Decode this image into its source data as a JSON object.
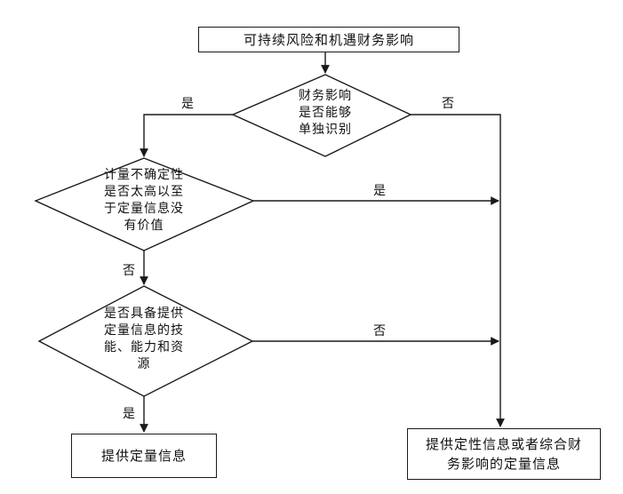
{
  "diagram": {
    "start_box": {
      "lines": [
        "可持续风险和机遇财务影响"
      ]
    },
    "decision_1": {
      "lines": [
        "财务影响",
        "是否能够",
        "单独识别"
      ],
      "yes_label": "是",
      "no_label": "否"
    },
    "decision_2": {
      "lines": [
        "计量不确定性",
        "是否太高以至",
        "于定量信息没",
        "有价值"
      ],
      "yes_label": "是",
      "no_label": "否"
    },
    "decision_3": {
      "lines": [
        "是否具备提供",
        "定量信息的技",
        "能、能力和资",
        "源"
      ],
      "yes_label": "是",
      "no_label": "否"
    },
    "end_quant": {
      "lines": [
        "提供定量信息"
      ]
    },
    "end_qual": {
      "lines": [
        "提供定性信息或者综合财",
        "务影响的定量信息"
      ]
    }
  }
}
